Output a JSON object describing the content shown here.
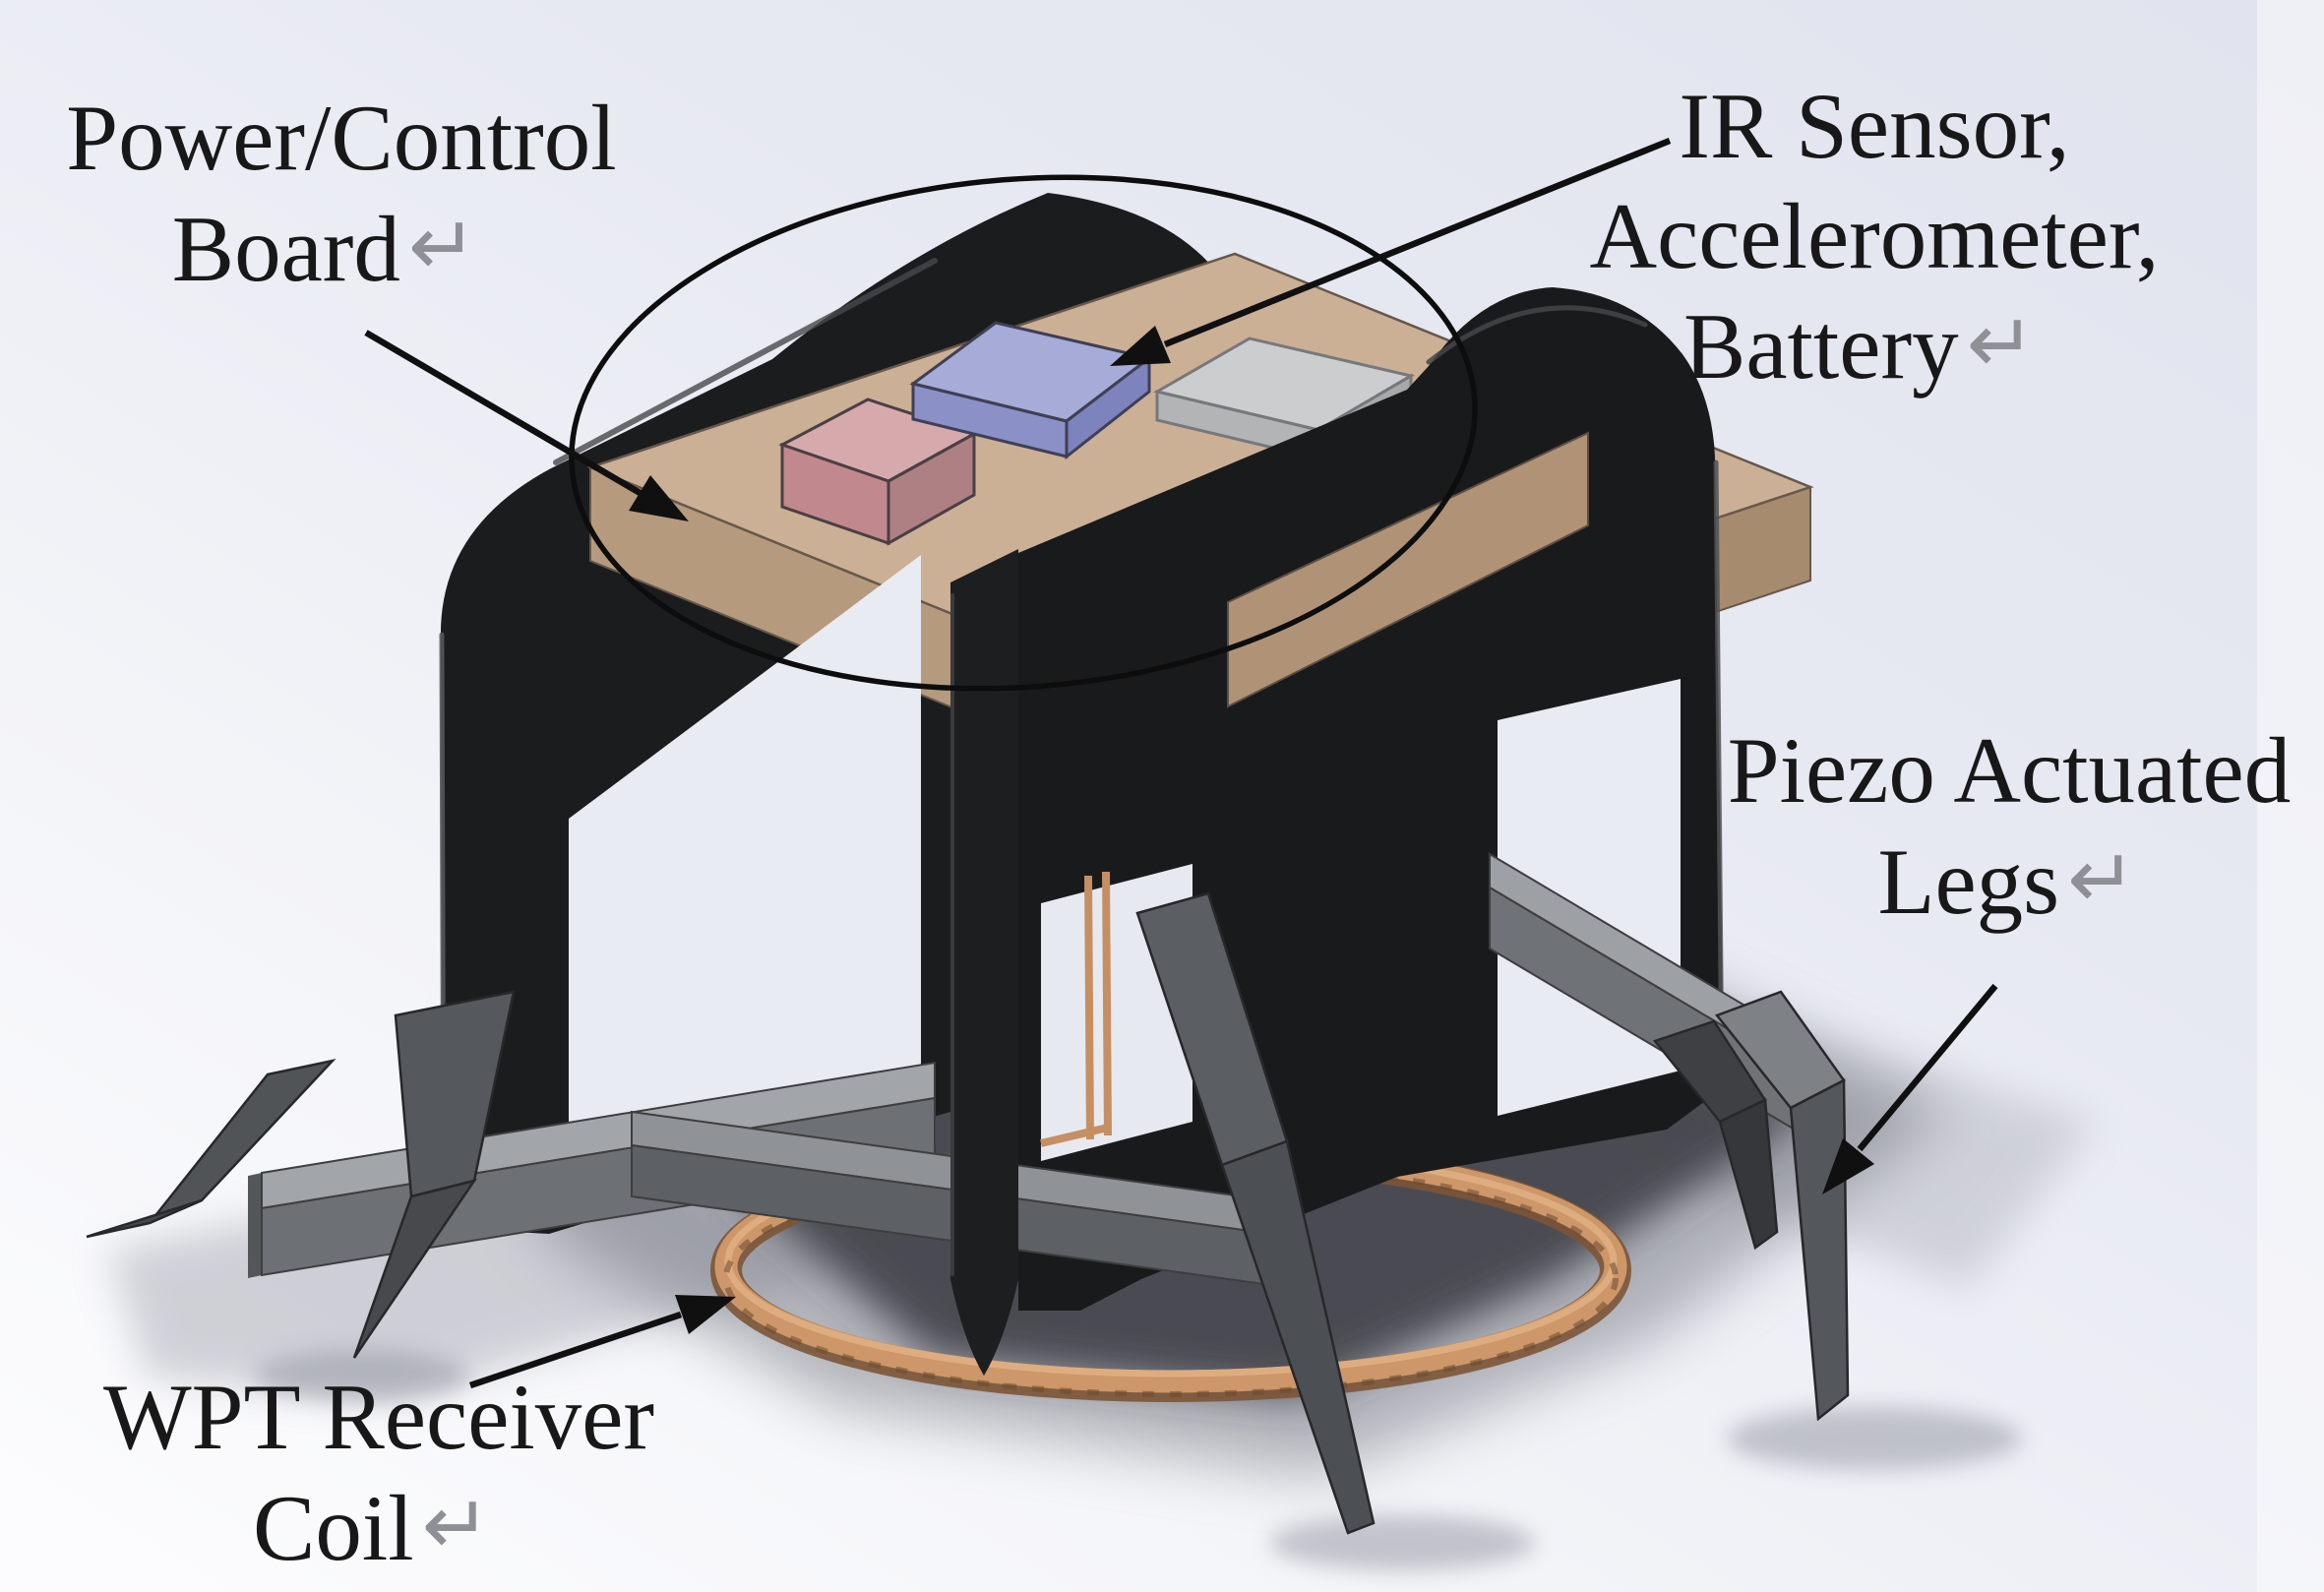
{
  "figure": {
    "type": "annotated-cad-render",
    "subject": "hexapod piezo micro-robot with wireless power transfer coil"
  },
  "labels": {
    "power_control_board": {
      "line1": "Power/Control",
      "line2": "Board",
      "return_mark": "↵"
    },
    "ir_sensor_stack": {
      "line1": "IR Sensor,",
      "line2": "Accelerometer,",
      "line3": "Battery",
      "return_mark": "↵"
    },
    "piezo_legs": {
      "line1": "Piezo Actuated",
      "line2": "Legs",
      "return_mark": "↵"
    },
    "wpt_coil": {
      "line1": "WPT Receiver",
      "line2": "Coil",
      "return_mark": "↵"
    }
  },
  "parts": {
    "board": "power/control PCB (tan)",
    "pink_component": "red/pink module on board",
    "blue_component": "blue module on board",
    "gray_component": "gray module on board",
    "chassis": "black arched chassis plates",
    "legs": "gray piezo actuated legs",
    "coil": "copper WPT receiver coil ring"
  },
  "colors": {
    "background_top": "#e2e4ee",
    "background_bottom": "#fbfcfe",
    "chassis_black": "#1b1c1e",
    "board_tan_top": "#cbb096",
    "board_tan_side": "#b69a7e",
    "board_tan_strip": "#b09377",
    "component_pink": "#d6aaad",
    "component_blue": "#a7abd8",
    "component_gray": "#cbcdce",
    "leg_gray": "#55585c",
    "bar_gray": "#a2a5a9",
    "coil_copper": "#cd9769",
    "shadow": "#46484e",
    "annotation": "#0d0d0d",
    "return_mark_gray": "#8e9096"
  }
}
